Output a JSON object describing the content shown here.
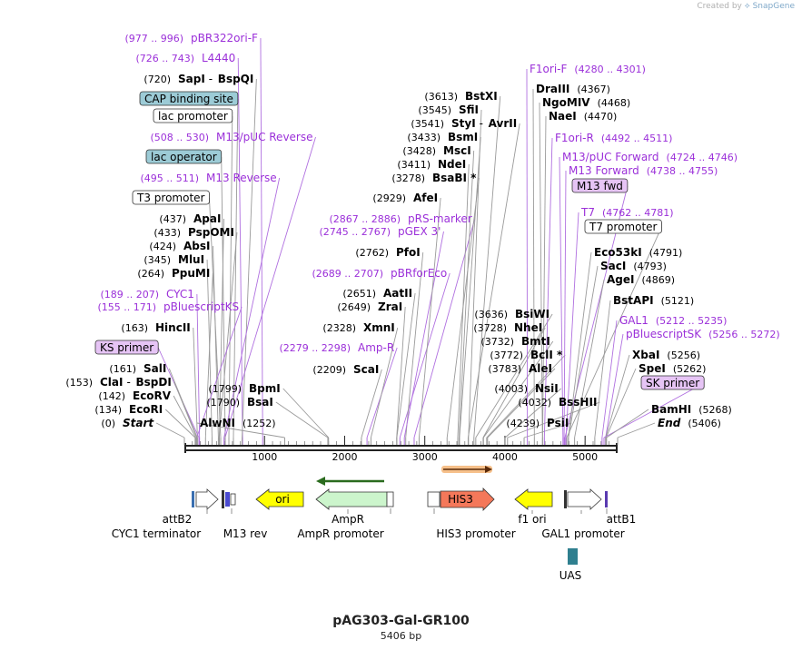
{
  "credit": {
    "prefix": "Created by",
    "brand": "SnapGene"
  },
  "title": "pAG303-Gal-GR100",
  "length_label": "5406 bp",
  "total_bp": 5406,
  "axis_ticks": [
    "1000",
    "2000",
    "3000",
    "4000",
    "5000"
  ],
  "colors": {
    "enzyme": "#000000",
    "primer": "#9b30d9",
    "feature_box": "#9ccbd6",
    "primer_box": "#e6c4f5"
  },
  "sites": [
    {
      "pos": "(977 .. 996)",
      "name": "pBR322ori-F",
      "kind": "primer"
    },
    {
      "pos": "(726 .. 743)",
      "name": "L4440",
      "kind": "primer"
    },
    {
      "pos": "(720)",
      "name": "SapI",
      "name2": "BspQI",
      "kind": "enzyme"
    },
    {
      "name": "CAP binding site",
      "kind": "box-blue"
    },
    {
      "name": "lac promoter",
      "kind": "box-white"
    },
    {
      "pos": "(508 .. 530)",
      "name": "M13/pUC Reverse",
      "kind": "primer"
    },
    {
      "name": "lac operator",
      "kind": "box-blue"
    },
    {
      "pos": "(495 .. 511)",
      "name": "M13 Reverse",
      "kind": "primer"
    },
    {
      "name": "T3 promoter",
      "kind": "box-white"
    },
    {
      "pos": "(437)",
      "name": "ApaI",
      "kind": "enzyme"
    },
    {
      "pos": "(433)",
      "name": "PspOMI",
      "kind": "enzyme"
    },
    {
      "pos": "(424)",
      "name": "AbsI",
      "kind": "enzyme"
    },
    {
      "pos": "(345)",
      "name": "MluI",
      "kind": "enzyme"
    },
    {
      "pos": "(264)",
      "name": "PpuMI",
      "kind": "enzyme"
    },
    {
      "pos": "(189 .. 207)",
      "name": "CYC1",
      "kind": "primer"
    },
    {
      "pos": "(155 .. 171)",
      "name": "pBluescriptKS",
      "kind": "primer"
    },
    {
      "pos": "(163)",
      "name": "HincII",
      "kind": "enzyme"
    },
    {
      "name": "KS primer",
      "kind": "box-purple"
    },
    {
      "pos": "(161)",
      "name": "SalI",
      "kind": "enzyme"
    },
    {
      "pos": "(153)",
      "name": "ClaI",
      "name2": "BspDI",
      "kind": "enzyme"
    },
    {
      "pos": "(142)",
      "name": "EcoRV",
      "kind": "enzyme"
    },
    {
      "pos": "(134)",
      "name": "EcoRI",
      "kind": "enzyme"
    },
    {
      "pos": "(0)",
      "name": "Start",
      "kind": "enzyme-italic"
    },
    {
      "pos": "(1252)",
      "name": "AlwNI",
      "kind": "enzyme"
    },
    {
      "pos": "(1799)",
      "name": "BpmI",
      "kind": "enzyme"
    },
    {
      "pos": "(1790)",
      "name": "BsaI",
      "kind": "enzyme"
    },
    {
      "pos": "(2279 .. 2298)",
      "name": "Amp-R",
      "kind": "primer"
    },
    {
      "pos": "(2209)",
      "name": "ScaI",
      "kind": "enzyme"
    },
    {
      "pos": "(2328)",
      "name": "XmnI",
      "kind": "enzyme"
    },
    {
      "pos": "(2649)",
      "name": "ZraI",
      "kind": "enzyme"
    },
    {
      "pos": "(2651)",
      "name": "AatII",
      "kind": "enzyme"
    },
    {
      "pos": "(2689 .. 2707)",
      "name": "pBRforEco",
      "kind": "primer"
    },
    {
      "pos": "(2762)",
      "name": "PfoI",
      "kind": "enzyme"
    },
    {
      "pos": "(2745 .. 2767)",
      "name": "pGEX 3'",
      "kind": "primer"
    },
    {
      "pos": "(2867 .. 2886)",
      "name": "pRS-marker",
      "kind": "primer"
    },
    {
      "pos": "(2929)",
      "name": "AfeI",
      "kind": "enzyme"
    },
    {
      "pos": "(3278)",
      "name": "BsaBI *",
      "kind": "enzyme"
    },
    {
      "pos": "(3411)",
      "name": "NdeI",
      "kind": "enzyme"
    },
    {
      "pos": "(3428)",
      "name": "MscI",
      "kind": "enzyme"
    },
    {
      "pos": "(3433)",
      "name": "BsmI",
      "kind": "enzyme"
    },
    {
      "pos": "(3541)",
      "name": "StyI",
      "name2": "AvrII",
      "kind": "enzyme"
    },
    {
      "pos": "(3545)",
      "name": "SfiI",
      "kind": "enzyme"
    },
    {
      "pos": "(3613)",
      "name": "BstXI",
      "kind": "enzyme"
    },
    {
      "pos": "(3636)",
      "name": "BsiWI",
      "kind": "enzyme"
    },
    {
      "pos": "(3728)",
      "name": "NheI",
      "kind": "enzyme"
    },
    {
      "pos": "(3732)",
      "name": "BmtI",
      "kind": "enzyme"
    },
    {
      "pos": "(3772)",
      "name": "BclI *",
      "kind": "enzyme"
    },
    {
      "pos": "(3783)",
      "name": "AleI",
      "kind": "enzyme"
    },
    {
      "pos": "(4003)",
      "name": "NsiI",
      "kind": "enzyme"
    },
    {
      "pos": "(4032)",
      "name": "BssHII",
      "kind": "enzyme"
    },
    {
      "pos": "(4239)",
      "name": "PsiI",
      "kind": "enzyme"
    },
    {
      "pos": "(4280 .. 4301)",
      "name": "F1ori-F",
      "kind": "primer"
    },
    {
      "pos": "(4367)",
      "name": "DraIII",
      "kind": "enzyme"
    },
    {
      "pos": "(4468)",
      "name": "NgoMIV",
      "kind": "enzyme"
    },
    {
      "pos": "(4470)",
      "name": "NaeI",
      "kind": "enzyme"
    },
    {
      "pos": "(4492 .. 4511)",
      "name": "F1ori-R",
      "kind": "primer"
    },
    {
      "pos": "(4724 .. 4746)",
      "name": "M13/pUC Forward",
      "kind": "primer"
    },
    {
      "pos": "(4738 .. 4755)",
      "name": "M13 Forward",
      "kind": "primer"
    },
    {
      "name": "M13 fwd",
      "kind": "box-purple"
    },
    {
      "pos": "(4762 .. 4781)",
      "name": "T7",
      "kind": "primer"
    },
    {
      "name": "T7 promoter",
      "kind": "box-white"
    },
    {
      "pos": "(4791)",
      "name": "Eco53kI",
      "kind": "enzyme"
    },
    {
      "pos": "(4793)",
      "name": "SacI",
      "kind": "enzyme"
    },
    {
      "pos": "(4869)",
      "name": "AgeI",
      "kind": "enzyme"
    },
    {
      "pos": "(5121)",
      "name": "BstAPI",
      "kind": "enzyme"
    },
    {
      "pos": "(5212 .. 5235)",
      "name": "GAL1",
      "kind": "primer"
    },
    {
      "pos": "(5256 .. 5272)",
      "name": "pBluescriptSK",
      "kind": "primer"
    },
    {
      "pos": "(5256)",
      "name": "XbaI",
      "kind": "enzyme"
    },
    {
      "pos": "(5262)",
      "name": "SpeI",
      "kind": "enzyme"
    },
    {
      "name": "SK primer",
      "kind": "box-purple"
    },
    {
      "pos": "(5268)",
      "name": "BamHI",
      "kind": "enzyme"
    },
    {
      "pos": "(5406)",
      "name": "End",
      "kind": "enzyme-italic"
    }
  ],
  "features": [
    {
      "name": "attB2",
      "color": "#ffffff"
    },
    {
      "name": "CYC1 terminator",
      "color": "#ffffff"
    },
    {
      "name": "M13 rev",
      "color": "#7a2fd0"
    },
    {
      "name": "ori",
      "color": "#ffff00"
    },
    {
      "name": "AmpR",
      "color": "#ccf5cc"
    },
    {
      "name": "AmpR promoter",
      "color": "#ffffff"
    },
    {
      "name": "HIS3",
      "color": "#f4785a"
    },
    {
      "name": "HIS3 promoter",
      "color": "#ffffff"
    },
    {
      "name": "f1 ori",
      "color": "#ffff00"
    },
    {
      "name": "GAL1 promoter",
      "color": "#ffffff"
    },
    {
      "name": "attB1",
      "color": "#ffffff"
    },
    {
      "name": "UAS",
      "color": "#2f7f8f"
    }
  ]
}
